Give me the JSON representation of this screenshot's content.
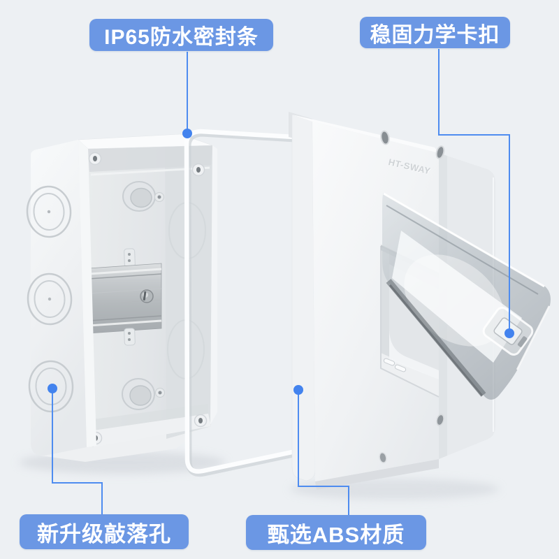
{
  "scene": {
    "background_color": "#EDF0F3",
    "accent_color": "#4E8CF0",
    "dot_color": "#4383EE",
    "label_bg_color": "#6B97E4",
    "label_text_color": "#FFFFFF"
  },
  "product": {
    "embossed_logo": "HT-SWAY"
  },
  "callouts": {
    "seal": {
      "label": "IP65防水密封条"
    },
    "buckle": {
      "label": "稳固力学卡扣"
    },
    "knockout": {
      "label": "新升级敲落孔"
    },
    "abs": {
      "label": "甄选ABS材质"
    }
  }
}
